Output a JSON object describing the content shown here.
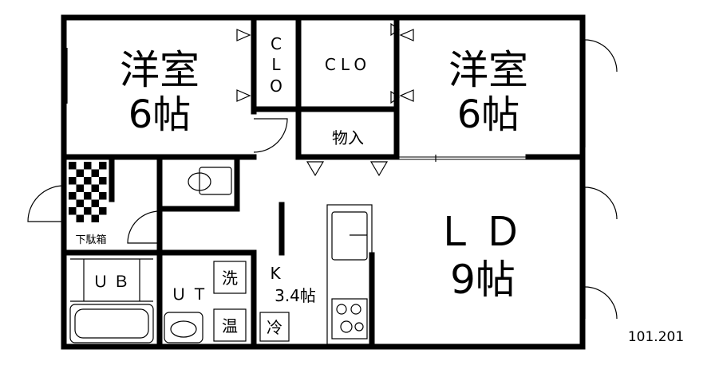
{
  "rooms": {
    "bedroom_left": {
      "name": "洋室",
      "size": "6帖"
    },
    "bedroom_right": {
      "name": "洋室",
      "size": "6帖"
    },
    "closet_left": {
      "label": "CLO"
    },
    "closet_center": {
      "label": "CLO"
    },
    "storage": {
      "label": "物入"
    },
    "living_dining": {
      "name": "ＬＤ",
      "size": "9帖"
    },
    "kitchen": {
      "name": "K",
      "size": "3.4帖"
    },
    "utility": {
      "label": "ＵＴ"
    },
    "bath": {
      "label": "ＵＢ"
    },
    "shoe_box": {
      "label": "下駄箱"
    }
  },
  "fixtures": {
    "washer": "洗",
    "water_heater": "温",
    "refrigerator": "冷"
  },
  "unit_numbers": "101.201",
  "colors": {
    "wall": "#000000",
    "background": "#ffffff",
    "line": "#000000"
  }
}
